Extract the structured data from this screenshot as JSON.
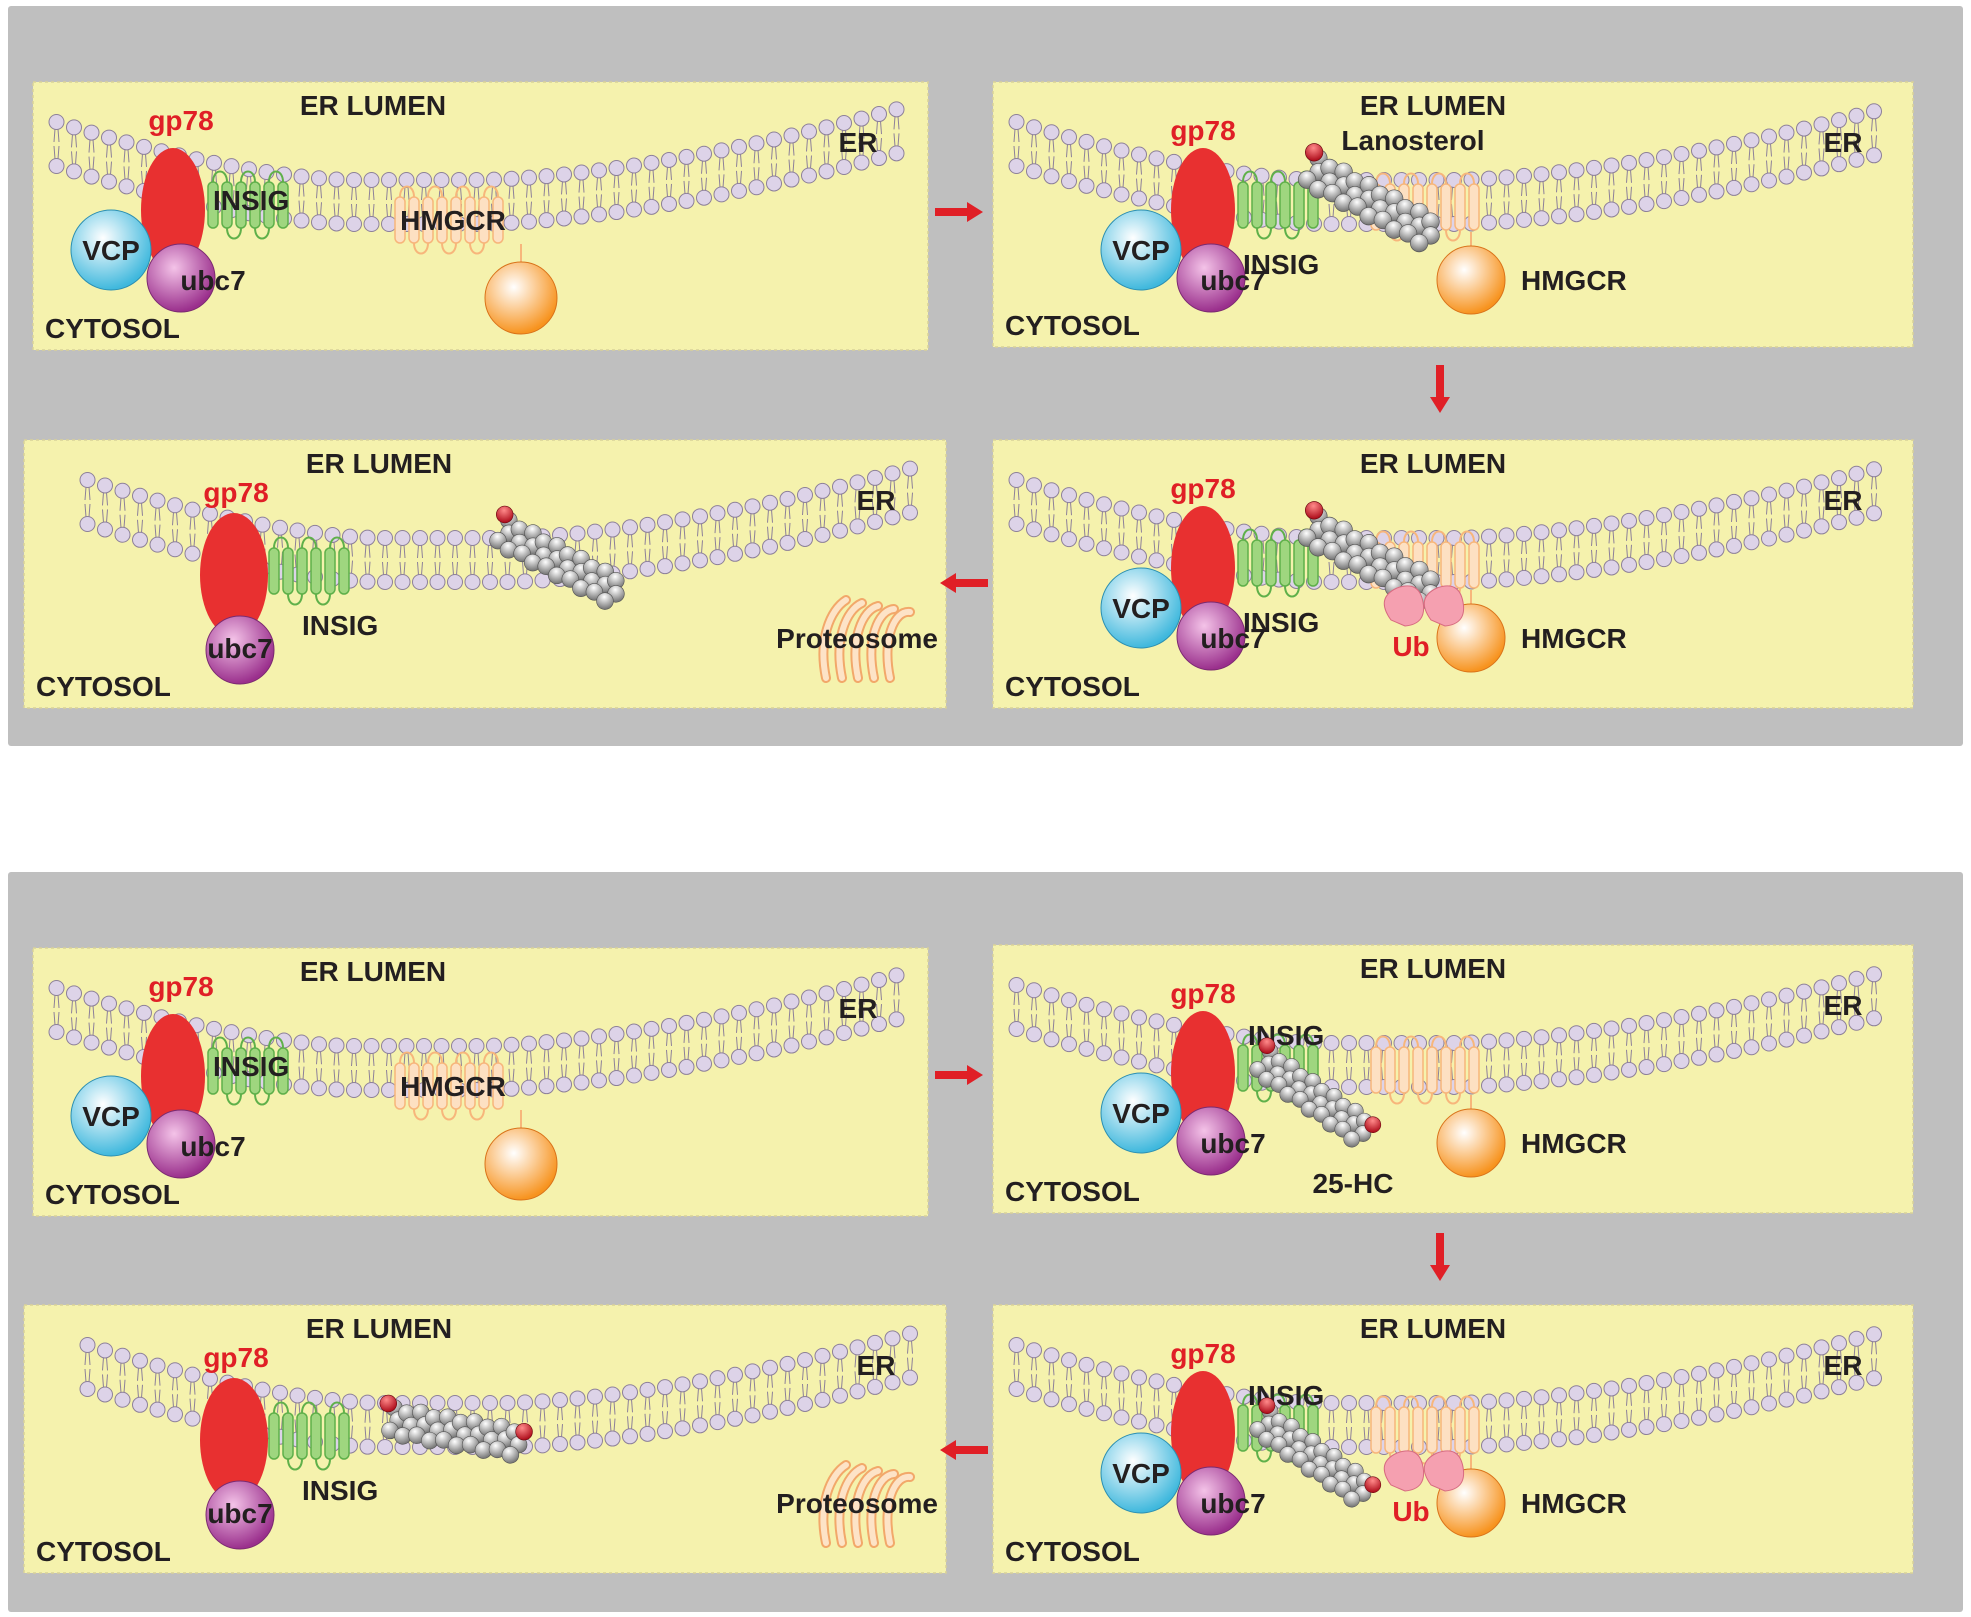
{
  "colors": {
    "figure_background": "#bfbfbf",
    "panel_fill": "#f5f2ad",
    "panel_border": "#d8d19a",
    "lipid_head": "#ddd3e8",
    "lipid_head_stroke": "#8d8099",
    "gp78": "#e83030",
    "insig": "#9fd67f",
    "hmgcr": "#f7b67b",
    "vcp": "#7fd2ea",
    "ubc7": "#b44aa2",
    "hmgcr_ball": "#f7931e",
    "ub": "#f5a0b0",
    "sterol": "#8c8c8c",
    "oxygen": "#c0182a",
    "arrow": "#e01f26",
    "red_text": "#e01f26",
    "black_text": "#231f20"
  },
  "icons": [
    "lipid-bilayer-icon",
    "sterol-molecule-icon",
    "proteasome-icon",
    "arrow-icon"
  ],
  "figures": [
    {
      "name": "lanosterol",
      "panels": [
        {
          "labels": {
            "lumen": "ER LUMEN",
            "er": "ER",
            "cytosol": "CYTOSOL",
            "gp78": "gp78",
            "insig": "INSIG",
            "vcp": "VCP",
            "ubc7": "ubc7",
            "hmgcr": "HMGCR"
          }
        },
        {
          "labels": {
            "lumen": "ER LUMEN",
            "er": "ER",
            "cytosol": "CYTOSOL",
            "gp78": "gp78",
            "insig": "INSIG",
            "vcp": "VCP",
            "ubc7": "ubc7",
            "hmgcr": "HMGCR",
            "sterol": "Lanosterol"
          }
        },
        {
          "labels": {
            "lumen": "ER LUMEN",
            "er": "ER",
            "cytosol": "CYTOSOL",
            "gp78": "gp78",
            "insig": "INSIG",
            "vcp": "VCP",
            "ubc7": "ubc7",
            "hmgcr": "HMGCR",
            "ub": "Ub"
          }
        },
        {
          "labels": {
            "lumen": "ER LUMEN",
            "er": "ER",
            "cytosol": "CYTOSOL",
            "gp78": "gp78",
            "insig": "INSIG",
            "ubc7": "ubc7",
            "proteasome": "Proteosome"
          }
        }
      ]
    },
    {
      "name": "25-hydroxycholesterol",
      "panels": [
        {
          "labels": {
            "lumen": "ER LUMEN",
            "er": "ER",
            "cytosol": "CYTOSOL",
            "gp78": "gp78",
            "insig": "INSIG",
            "vcp": "VCP",
            "ubc7": "ubc7",
            "hmgcr": "HMGCR"
          }
        },
        {
          "labels": {
            "lumen": "ER LUMEN",
            "er": "ER",
            "cytosol": "CYTOSOL",
            "gp78": "gp78",
            "insig": "INSIG",
            "vcp": "VCP",
            "ubc7": "ubc7",
            "hmgcr": "HMGCR",
            "sterol": "25-HC"
          }
        },
        {
          "labels": {
            "lumen": "ER LUMEN",
            "er": "ER",
            "cytosol": "CYTOSOL",
            "gp78": "gp78",
            "insig": "INSIG",
            "vcp": "VCP",
            "ubc7": "ubc7",
            "hmgcr": "HMGCR",
            "ub": "Ub"
          }
        },
        {
          "labels": {
            "lumen": "ER LUMEN",
            "er": "ER",
            "cytosol": "CYTOSOL",
            "gp78": "gp78",
            "insig": "INSIG",
            "ubc7": "ubc7",
            "proteasome": "Proteosome"
          }
        }
      ]
    }
  ]
}
